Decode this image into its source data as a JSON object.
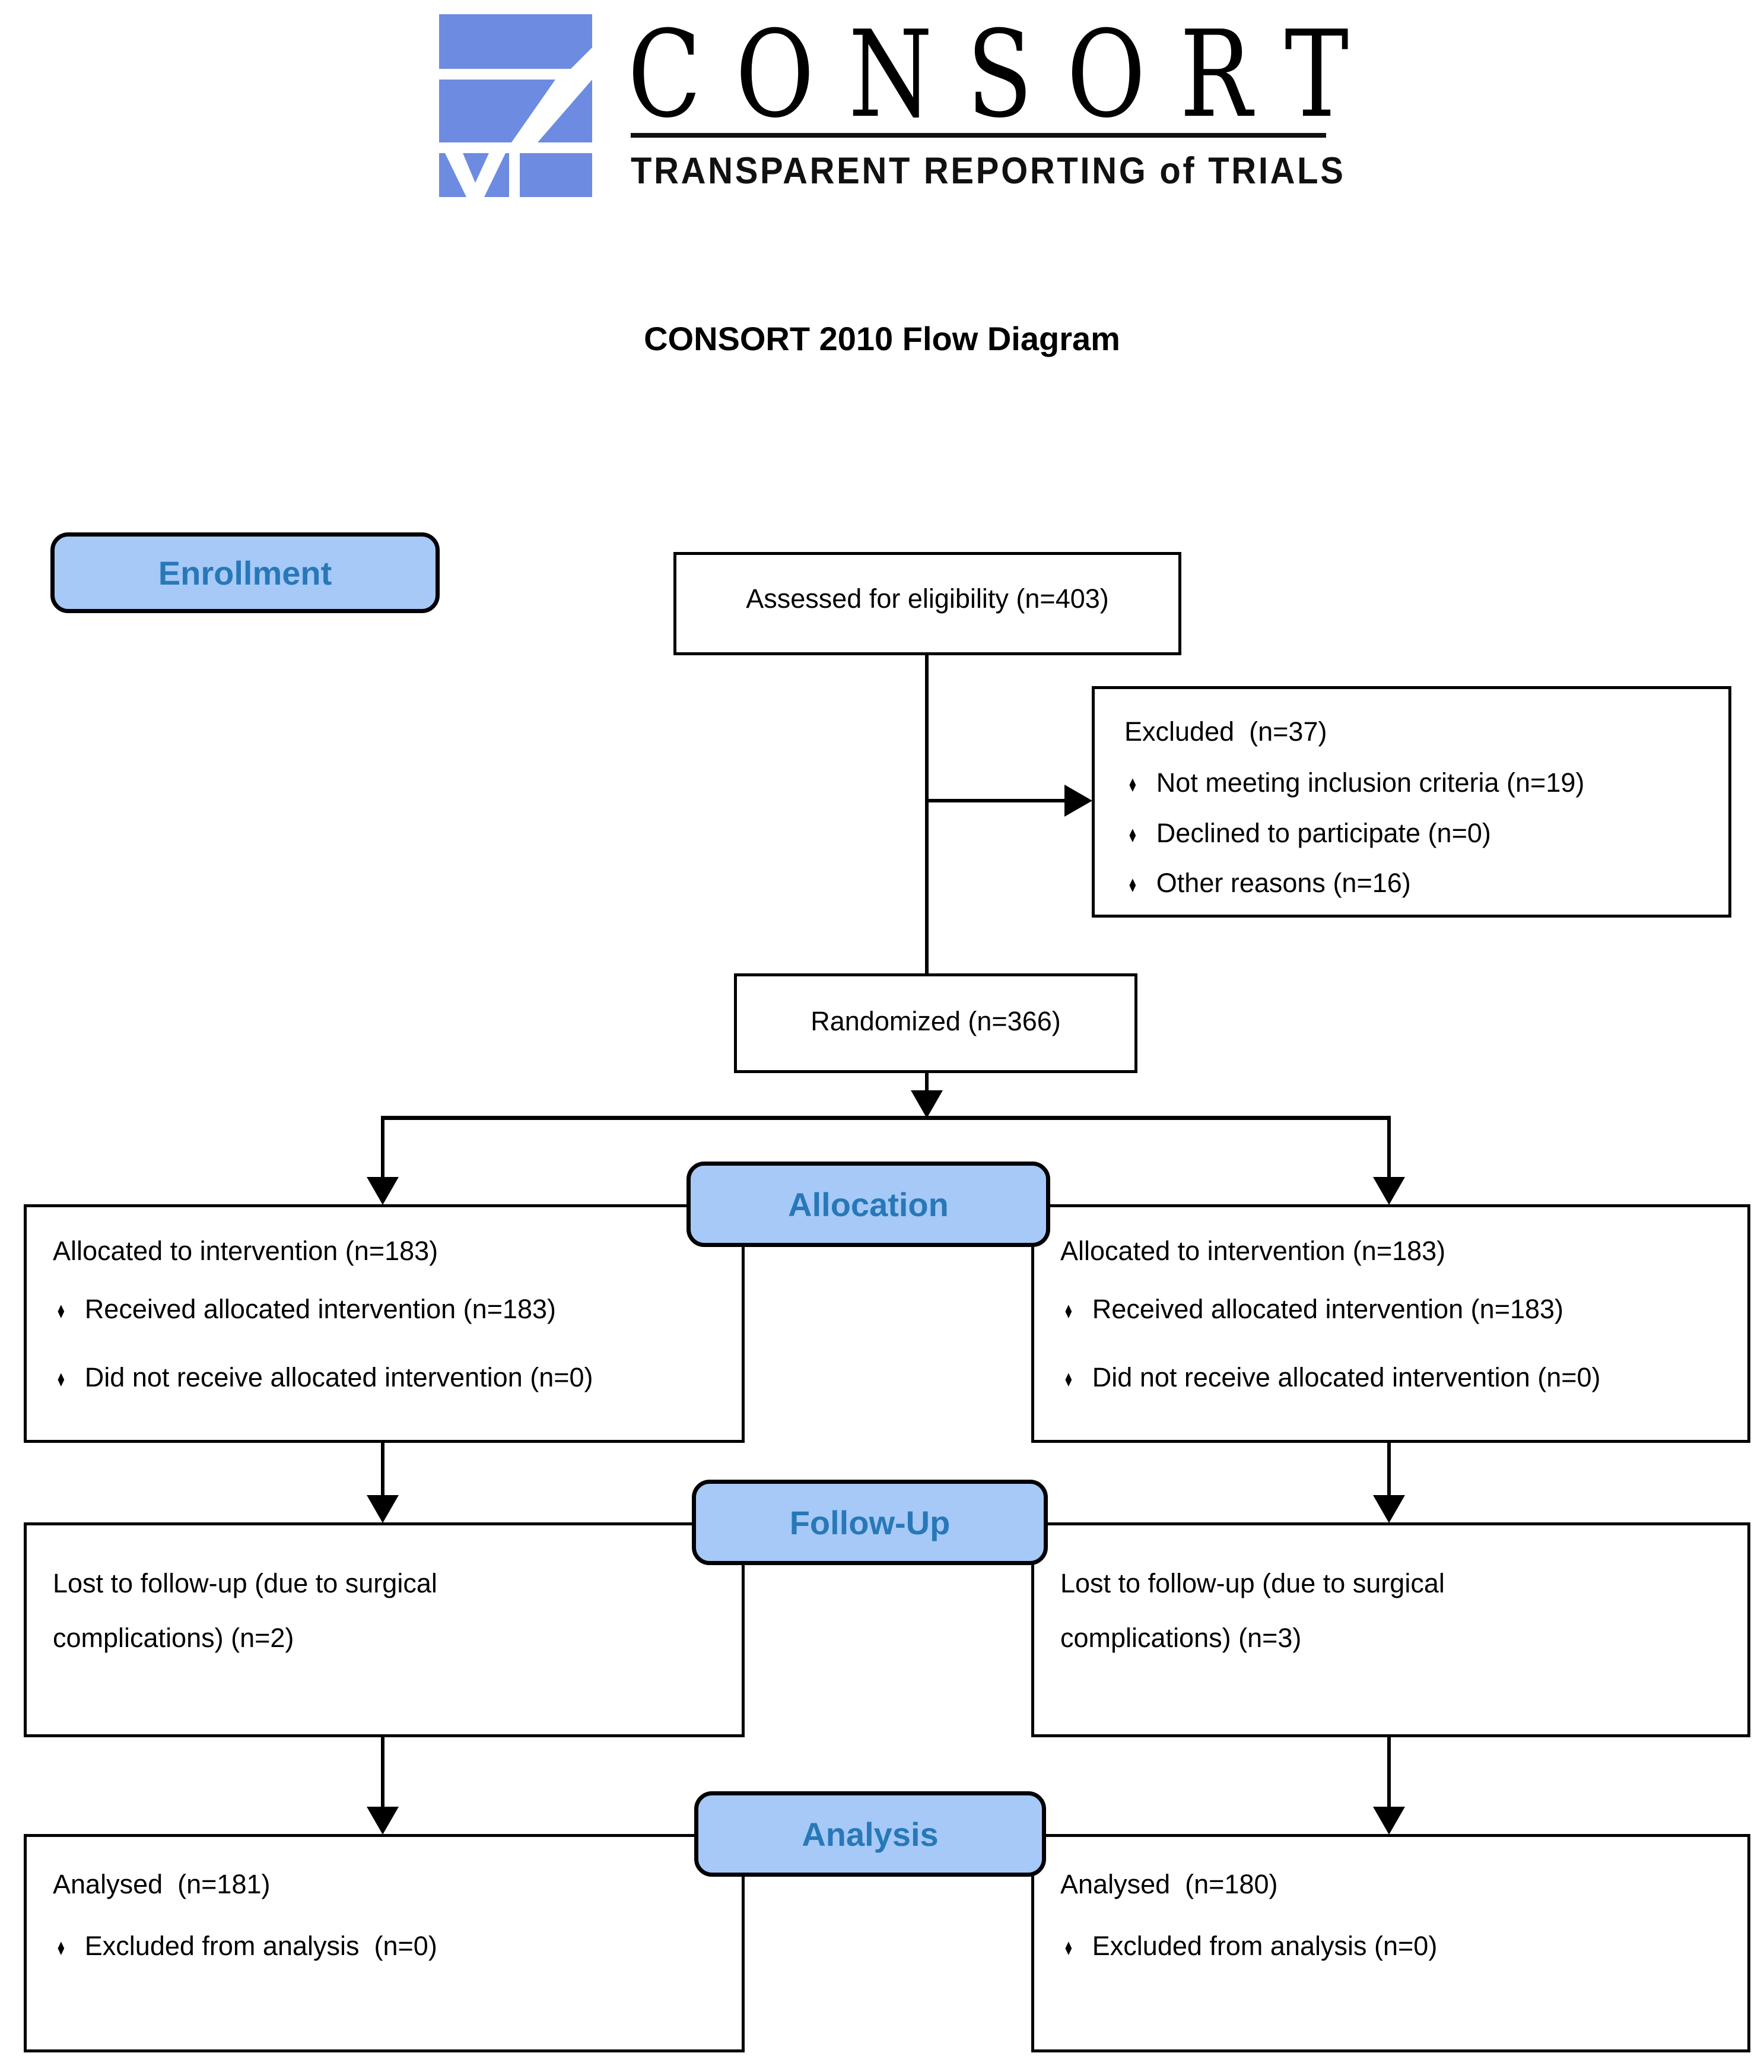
{
  "logo": {
    "wordmark": "CONSORT",
    "subtitle": "TRANSPARENT REPORTING of TRIALS"
  },
  "title": "CONSORT 2010 Flow Diagram",
  "glyphs": {
    "bullet": "♦"
  },
  "colors": {
    "stage_fill": "#A6C9F7",
    "stage_text": "#2878B8",
    "logo_blue": "#6D8BE0",
    "box_border": "#000000"
  },
  "stages": {
    "enrollment": "Enrollment",
    "allocation": "Allocation",
    "followup": "Follow-Up",
    "analysis": "Analysis"
  },
  "boxes": {
    "assessed": {
      "text": "Assessed for eligibility (n=403)"
    },
    "excluded": {
      "title": "Excluded  (n=37)",
      "bullets": [
        "Not meeting inclusion criteria (n=19)",
        "Declined to participate (n=0)",
        "Other reasons (n=16)"
      ]
    },
    "randomized": {
      "text": "Randomized (n=366)"
    },
    "allocation_left": {
      "title": "Allocated to intervention (n=183)",
      "bullets": [
        "Received allocated intervention (n=183)",
        "Did not receive allocated intervention (n=0)"
      ]
    },
    "allocation_right": {
      "title": "Allocated to intervention (n=183)",
      "bullets": [
        "Received allocated intervention (n=183)",
        "Did not receive allocated intervention (n=0)"
      ]
    },
    "followup_left": {
      "text": "Lost to follow-up (due to surgical complications) (n=2)"
    },
    "followup_right": {
      "text": "Lost to follow-up (due to surgical complications) (n=3)"
    },
    "analysis_left": {
      "title": "Analysed  (n=181)",
      "bullets": [
        "Excluded from analysis  (n=0)"
      ]
    },
    "analysis_right": {
      "title": "Analysed  (n=180)",
      "bullets": [
        "Excluded from analysis (n=0)"
      ]
    }
  }
}
